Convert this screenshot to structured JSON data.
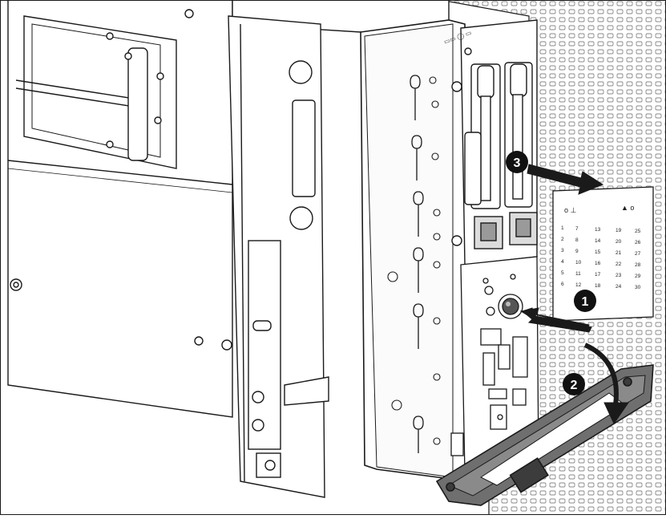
{
  "diagram": {
    "steps": [
      {
        "number": "3",
        "action": "pull-blade-out"
      },
      {
        "number": "1",
        "action": "press-release-button"
      },
      {
        "number": "2",
        "action": "open-release-lever"
      }
    ],
    "label_numbers": {
      "col1": [
        "1",
        "2",
        "3",
        "4",
        "5",
        "6"
      ],
      "col2": [
        "7",
        "8",
        "9",
        "10",
        "11",
        "12"
      ],
      "col3": [
        "13",
        "14",
        "15",
        "16",
        "17",
        "18"
      ],
      "col4": [
        "19",
        "20",
        "21",
        "22",
        "23",
        "24"
      ],
      "col5": [
        "25",
        "26",
        "27",
        "28",
        "29",
        "30"
      ]
    },
    "colors": {
      "line": "#1a1a1a",
      "lever_fill": "#6f6f6f",
      "lever_dark": "#3c3c3c",
      "panel_fill": "#f6f6f6",
      "callout_fill": "#111111",
      "callout_text": "#ffffff"
    }
  }
}
